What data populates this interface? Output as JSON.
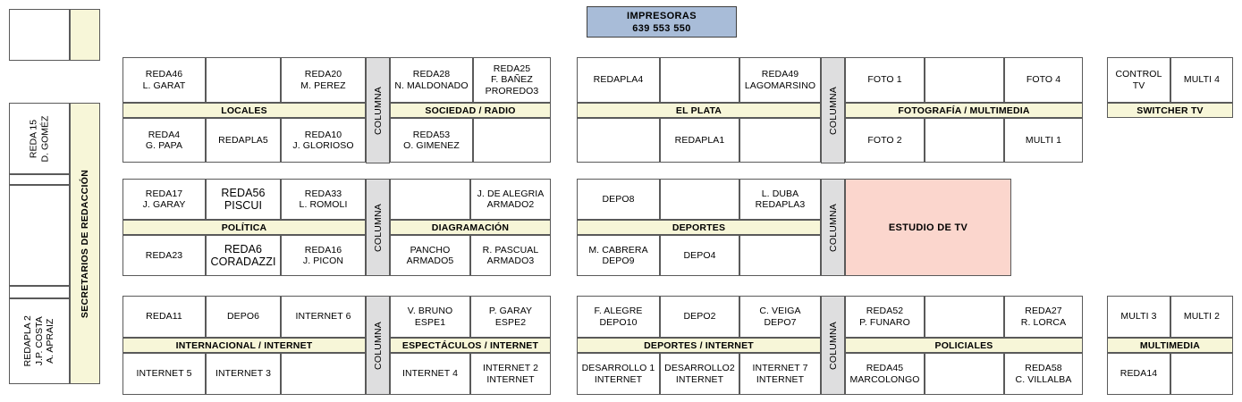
{
  "header": {
    "printers": {
      "title": "IMPRESORAS",
      "numbers": "639  553  550",
      "color": "#a8bcd8"
    }
  },
  "colors": {
    "band": "#f7f6d8",
    "column": "#dededf",
    "studio": "#fbd6cd",
    "printers": "#a8bcd8",
    "border": "#5a5a5a"
  },
  "sidebar": {
    "label": "SECRETARIOS DE REDACCIÓN",
    "top_box": {
      "white": "",
      "yellow": ""
    },
    "cells": [
      {
        "name": "reda15",
        "text": "REDA 15\nD. GOMÉZ"
      },
      {
        "name": "gap-1",
        "text": ""
      },
      {
        "name": "empty-mid",
        "text": ""
      },
      {
        "name": "gap-2",
        "text": ""
      },
      {
        "name": "redapla2",
        "text": "REDAPLA 2\nJ.P. COSTA\nA. APRAIZ"
      }
    ]
  },
  "column_label": "COLUMNA",
  "blocks": {
    "locales": {
      "band": "LOCALES",
      "top": [
        "REDA46\nL. GARAT",
        "",
        "REDA20\nM. PEREZ"
      ],
      "bottom": [
        "REDA4\nG. PAPA",
        "REDAPLA5",
        "REDA10\nJ. GLORIOSO"
      ]
    },
    "sociedad_radio": {
      "band": "SOCIEDAD / RADIO",
      "top": [
        "REDA28\nN. MALDONADO",
        "REDA25\nF. BAÑEZ\nPROREDO3"
      ],
      "bottom": [
        "REDA53\nO. GIMENEZ",
        ""
      ]
    },
    "el_plata": {
      "band": "EL PLATA",
      "top": [
        "REDAPLA4",
        "",
        "REDA49\nLAGOMARSINO"
      ],
      "bottom": [
        "",
        "REDAPLA1",
        ""
      ]
    },
    "fotografia_multimedia": {
      "band": "FOTOGRAFÍA / MULTIMEDIA",
      "top": [
        "FOTO 1",
        "",
        "FOTO 4"
      ],
      "bottom": [
        "FOTO 2",
        "",
        "MULTI 1"
      ]
    },
    "switcher_tv": {
      "band": "SWITCHER TV",
      "top": [
        "CONTROL TV",
        "MULTI 4"
      ]
    },
    "politica": {
      "band": "POLÍTICA",
      "top": [
        "REDA17\nJ. GARAY",
        "REDA56\nPISCUI",
        "REDA33\nL. ROMOLI"
      ],
      "bottom": [
        "REDA23",
        "REDA6\nCORADAZZI",
        "REDA16\nJ. PICON"
      ]
    },
    "diagramacion": {
      "band": "DIAGRAMACIÓN",
      "top": [
        "",
        "J. DE ALEGRIA\nARMADO2"
      ],
      "bottom": [
        "PANCHO\nARMADO5",
        "R. PASCUAL\nARMADO3"
      ]
    },
    "deportes": {
      "band": "DEPORTES",
      "top": [
        "DEPO8",
        "",
        "L. DUBA\nREDAPLA3"
      ],
      "bottom": [
        "M. CABRERA\nDEPO9",
        "DEPO4",
        ""
      ]
    },
    "estudio_tv": {
      "label": "ESTUDIO DE TV"
    },
    "internacional_internet": {
      "band": "INTERNACIONAL / INTERNET",
      "top": [
        "REDA11",
        "DEPO6",
        "INTERNET 6"
      ],
      "bottom": [
        "INTERNET 5",
        "INTERNET 3",
        ""
      ]
    },
    "espectaculos_internet": {
      "band": "ESPECTÁCULOS / INTERNET",
      "top": [
        "V. BRUNO\nESPE1",
        "P. GARAY\nESPE2"
      ],
      "bottom": [
        "INTERNET 4",
        "INTERNET 2\nINTERNET"
      ]
    },
    "deportes_internet": {
      "band": "DEPORTES / INTERNET",
      "top": [
        "F. ALEGRE\nDEPO10",
        "DEPO2",
        "C. VEIGA\nDEPO7"
      ],
      "bottom": [
        "DESARROLLO 1\nINTERNET",
        "DESARROLLO2\nINTERNET",
        "INTERNET 7\nINTERNET"
      ]
    },
    "policiales": {
      "band": "POLICIALES",
      "top": [
        "REDA52\nP. FUNARO",
        "",
        "REDA27\nR. LORCA"
      ],
      "bottom": [
        "REDA45\nMARCOLONGO",
        "",
        "REDA58\nC. VILLALBA"
      ]
    },
    "multimedia": {
      "band": "MULTIMEDIA",
      "top": [
        "MULTI 3",
        "MULTI 2"
      ],
      "bottom": [
        "REDA14",
        ""
      ]
    }
  }
}
